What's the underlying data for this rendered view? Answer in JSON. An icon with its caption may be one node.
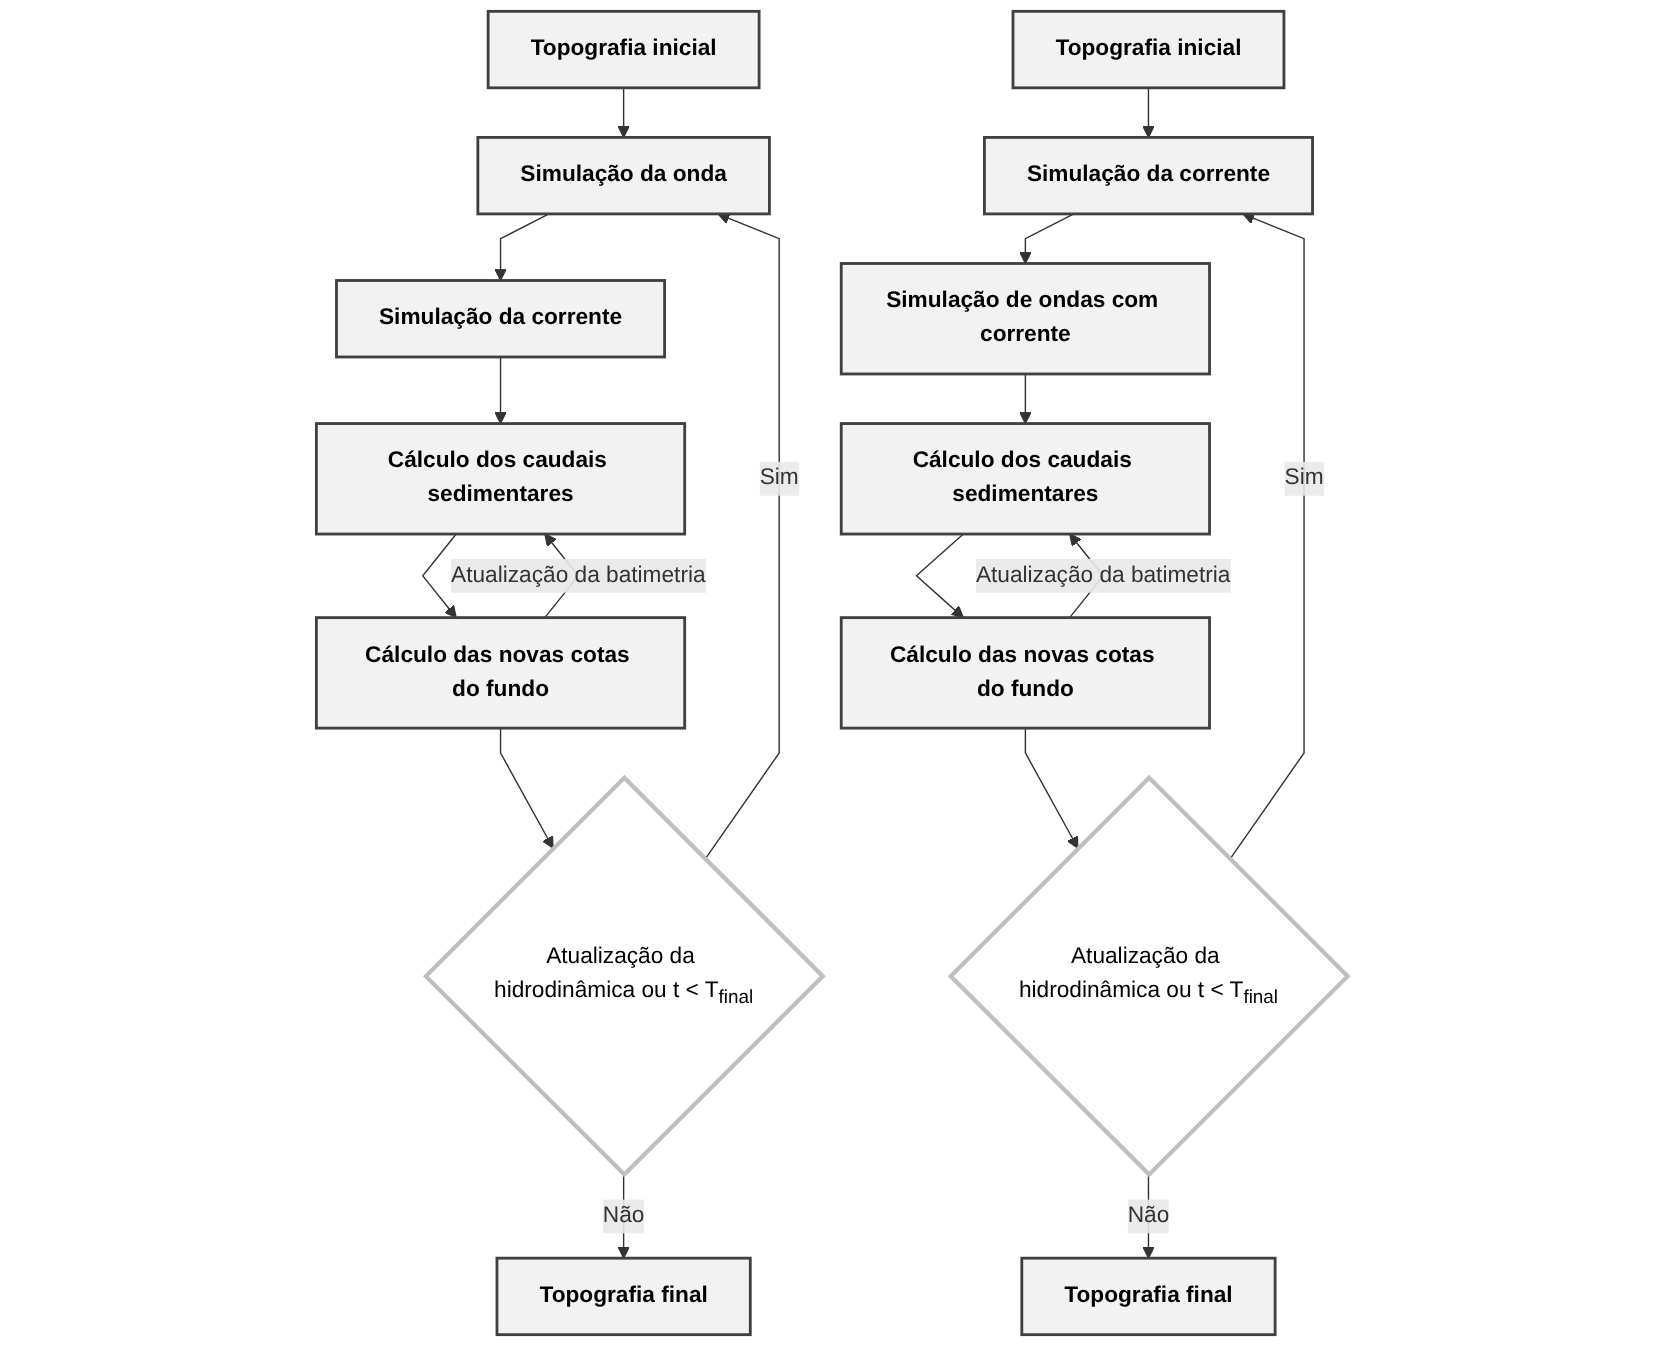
{
  "diagram": {
    "nodes": [
      {
        "text": [
          "Topografia inicial"
        ]
      },
      {
        "text": [
          "Simulação da onda"
        ]
      },
      {
        "text": [
          "Simulação da corrente"
        ]
      },
      {
        "text": [
          "Cálculo dos caudais sedimentares"
        ]
      },
      {
        "text": [
          "Cálculo das novas cotas do fundo"
        ]
      },
      {
        "text": [
          "Atualização da hidrodinâmica ou t < T$_{final}$"
        ]
      },
      {
        "text": [
          "Topografia final"
        ]
      },
      {
        "text": [
          "Topografia inicial"
        ]
      },
      {
        "text": [
          "Simulação da corrente"
        ]
      },
      {
        "text": [
          "Simulação de ondas com corrente"
        ]
      },
      {
        "text": [
          "Cálculo dos caudais sedimentares"
        ]
      },
      {
        "text": [
          "Cálculo das novas cotas do fundo"
        ]
      },
      {
        "text": [
          "Atualização da hidrodinâmica ou t < T$_{final}$"
        ]
      },
      {
        "text": [
          "Topografia final"
        ]
      }
    ],
    "edges": [
      {
        "from": 0,
        "to": 1,
        "arrow": "to"
      },
      {
        "from": 1,
        "to": 2,
        "arrow": "to"
      },
      {
        "from": 2,
        "to": 3,
        "arrow": "to"
      },
      {
        "from": 3,
        "to": 4,
        "arrow": "to"
      },
      {
        "from": 4,
        "to": 3,
        "arrow": "to",
        "label": "Atualização da batimetria"
      },
      {
        "from": 4,
        "to": 5,
        "arrow": "to"
      },
      {
        "from": 5,
        "to": 1,
        "arrow": "to",
        "label": "Sim"
      },
      {
        "from": 5,
        "to": 6,
        "arrow": "to",
        "label": "Não"
      },
      {
        "from": 7,
        "to": 8,
        "arrow": "to"
      },
      {
        "from": 8,
        "to": 9,
        "arrow": "to"
      },
      {
        "from": 9,
        "to": 10,
        "arrow": "to"
      },
      {
        "from": 10,
        "to": 11,
        "arrow": "to"
      },
      {
        "from": 11,
        "to": 10,
        "arrow": "to",
        "label": "Atualização da batimetria"
      },
      {
        "from": 11,
        "to": 12,
        "arrow": "to"
      },
      {
        "from": 12,
        "to": 8,
        "arrow": "to",
        "label": "Sim"
      },
      {
        "from": 12,
        "to": 13,
        "arrow": "to",
        "label": "Não"
      }
    ]
  }
}
